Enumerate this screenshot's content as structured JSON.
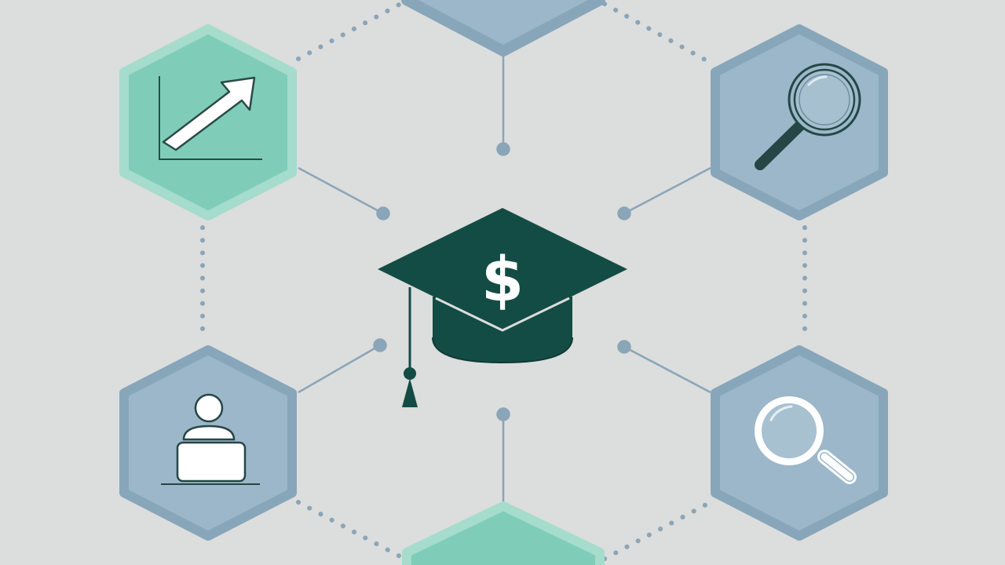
{
  "diagram": {
    "center_symbol": "$",
    "center_icon": "graduation-cap-dollar-icon",
    "nodes": [
      {
        "id": "top",
        "icon": "partial-hexagon-top"
      },
      {
        "id": "top-left",
        "icon": "growth-chart-icon"
      },
      {
        "id": "top-right",
        "icon": "magnifying-glass-icon"
      },
      {
        "id": "bottom-left",
        "icon": "person-at-laptop-icon"
      },
      {
        "id": "bottom-right",
        "icon": "search-icon"
      },
      {
        "id": "bottom",
        "icon": "partial-hexagon-bottom"
      }
    ]
  },
  "colors": {
    "background": "#dcdddd",
    "teal_fill": "#7fcdb8",
    "teal_border": "#a5dccc",
    "blue_fill": "#9bb7c9",
    "blue_border": "#88a6ba",
    "dark_green": "#134c44",
    "connector": "#8aa5b7"
  }
}
